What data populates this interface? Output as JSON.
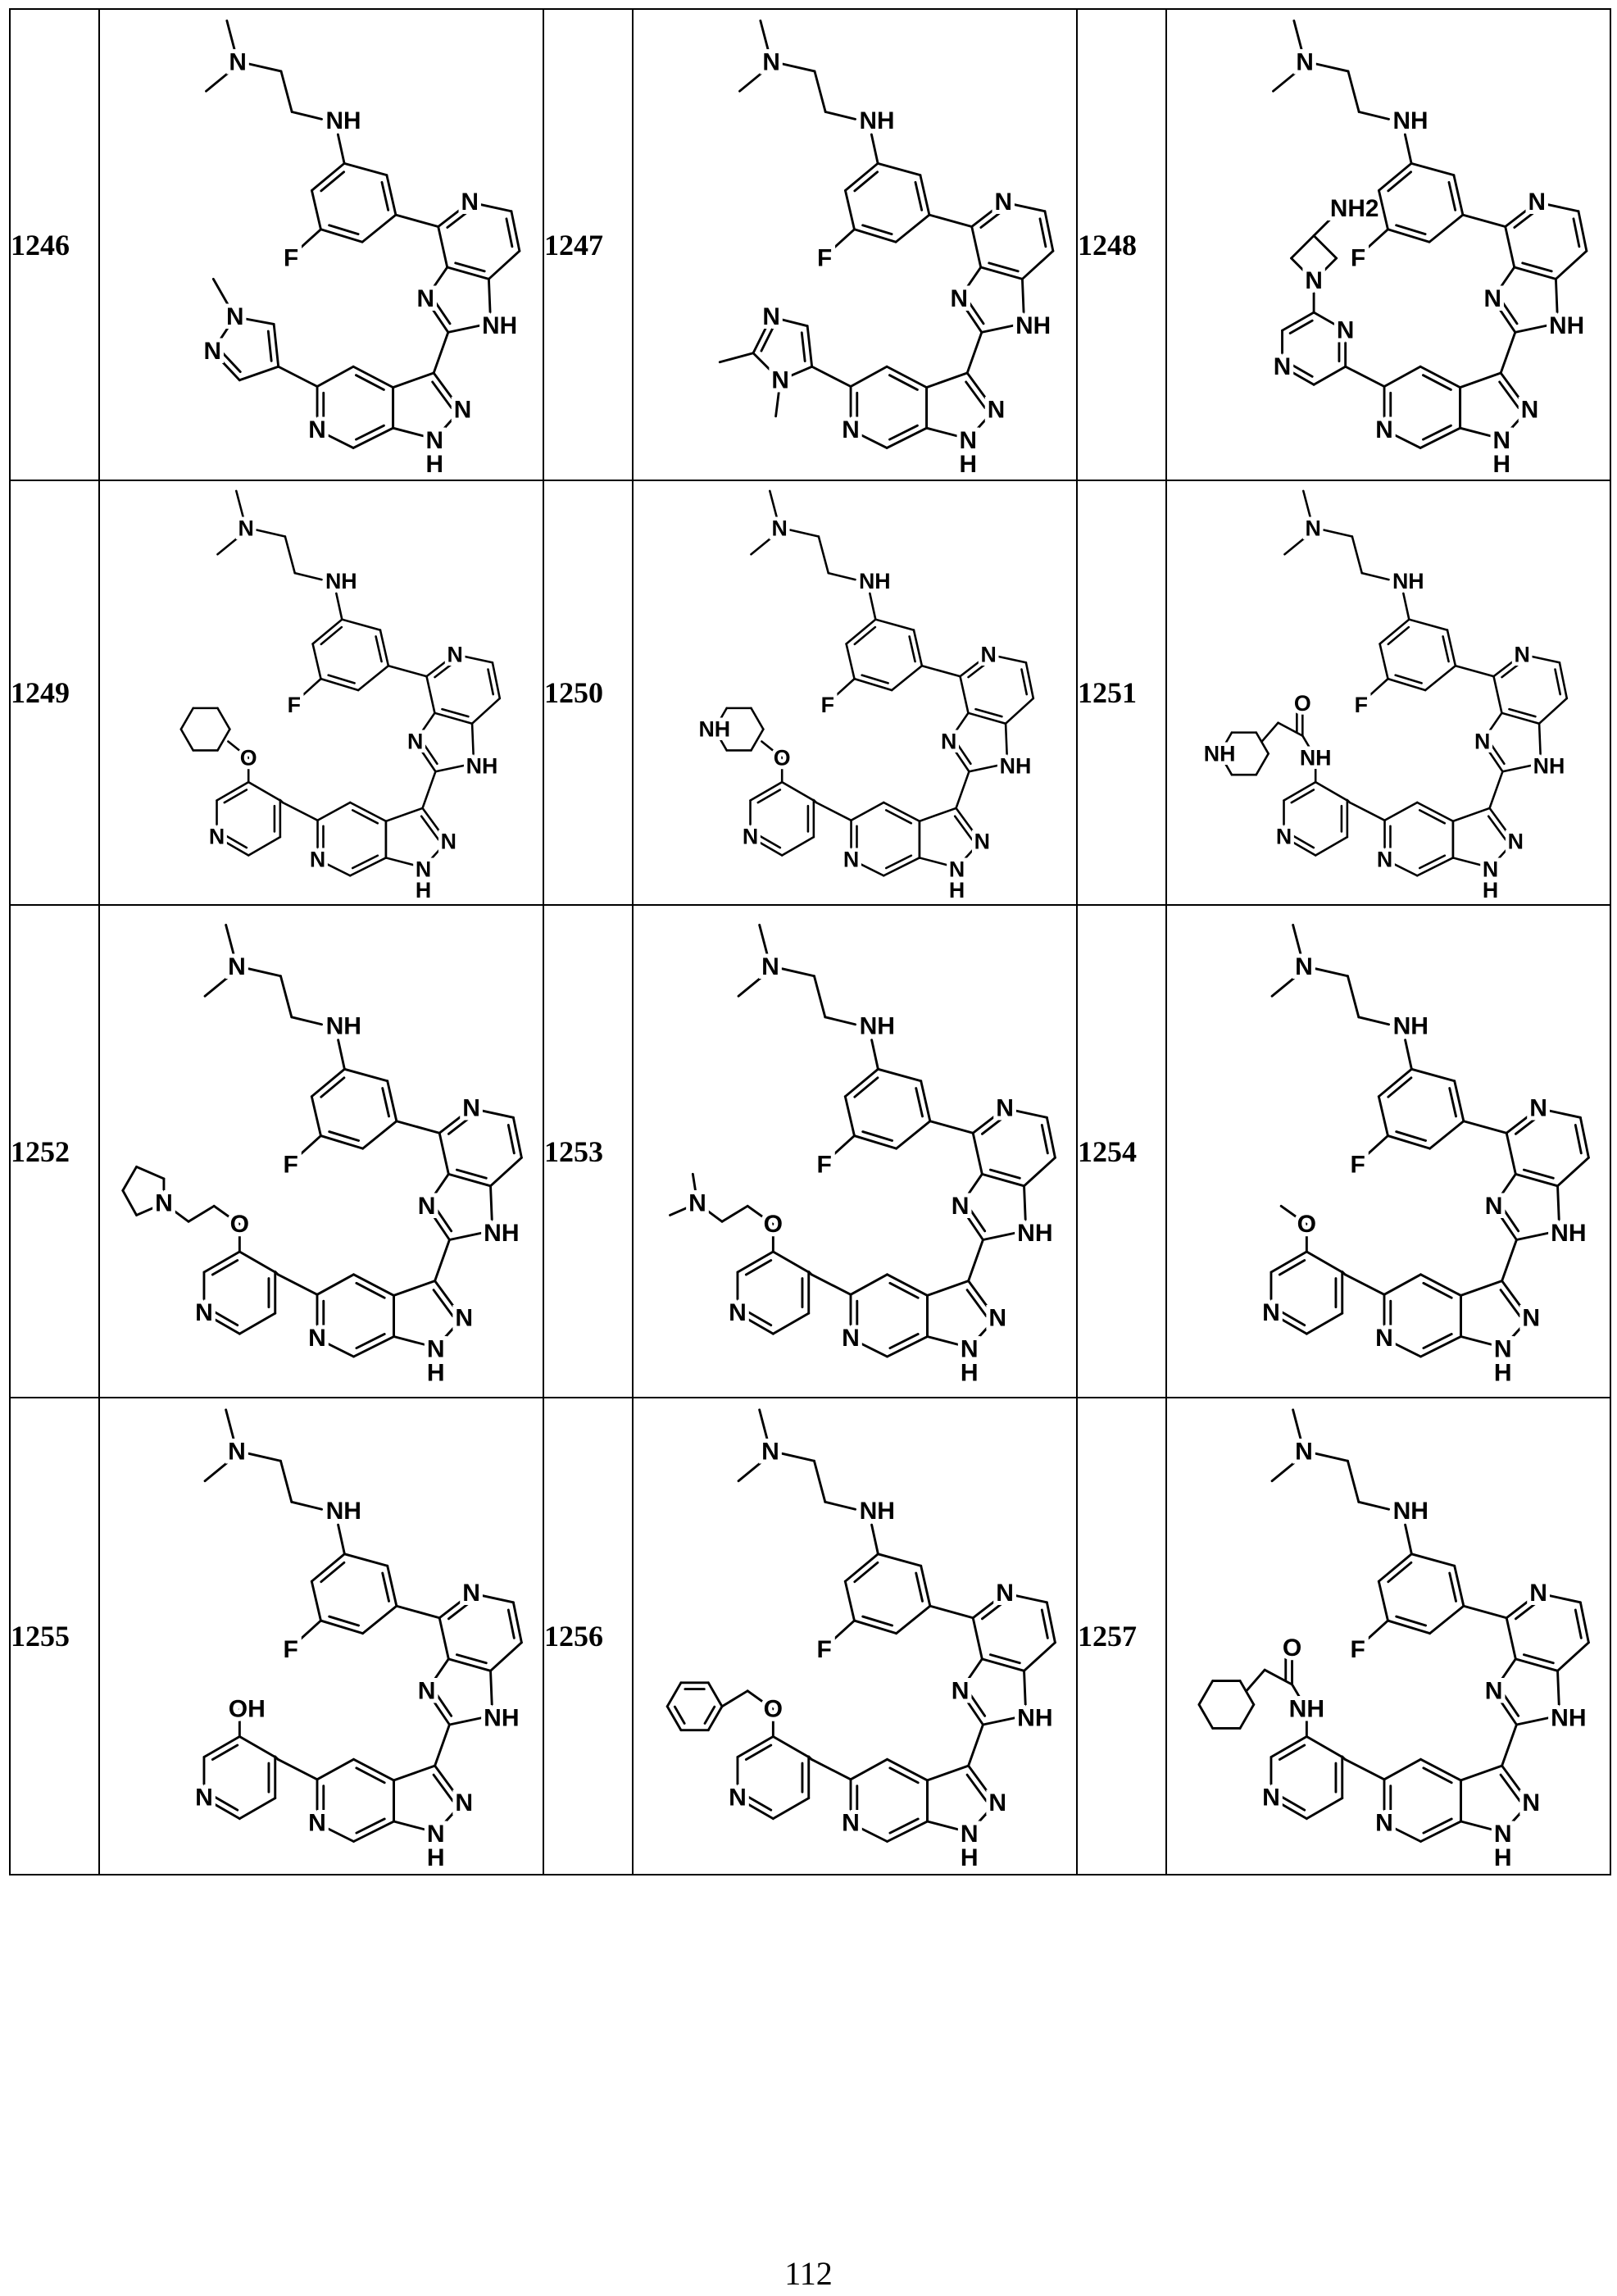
{
  "structure_labels": {
    "amine_n": "N",
    "nh": "NH",
    "f": "F",
    "n": "N",
    "h": "H",
    "o": "O",
    "oh": "OH",
    "nh2": "NH2"
  },
  "rows": [
    [
      {
        "id": "1246",
        "substituent": "methylpyrazolyl"
      },
      {
        "id": "1247",
        "substituent": "dimethylimidazolyl"
      },
      {
        "id": "1248",
        "substituent": "aminoazetidinyl-pyrazinyl"
      }
    ],
    [
      {
        "id": "1249",
        "substituent": "cyclohexyloxy-pyridyl"
      },
      {
        "id": "1250",
        "substituent": "piperidinyloxy-pyridyl"
      },
      {
        "id": "1251",
        "substituent": "piperidinylacetamido-pyridyl"
      }
    ],
    [
      {
        "id": "1252",
        "substituent": "pyrrolidinylethoxy-pyridyl"
      },
      {
        "id": "1253",
        "substituent": "dimethylaminoethoxy-pyridyl"
      },
      {
        "id": "1254",
        "substituent": "methoxy-pyridyl"
      }
    ],
    [
      {
        "id": "1255",
        "substituent": "hydroxy-pyridyl"
      },
      {
        "id": "1256",
        "substituent": "benzyloxy-pyridyl"
      },
      {
        "id": "1257",
        "substituent": "cyclohexylacetamido-pyridyl"
      }
    ]
  ],
  "page_number": "112"
}
